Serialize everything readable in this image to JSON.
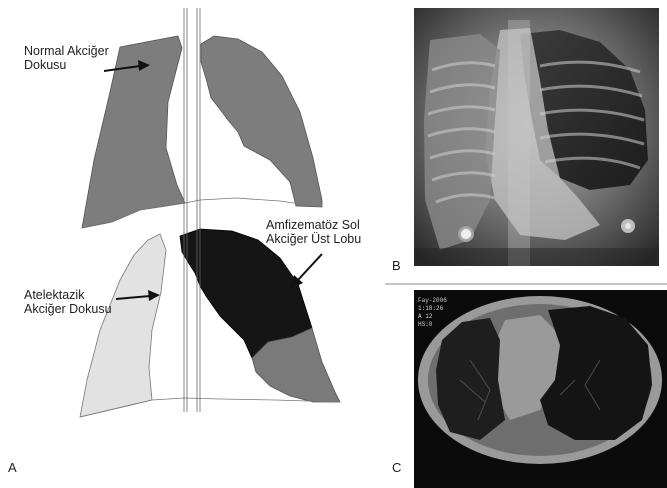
{
  "panels": {
    "a": {
      "letter": "A"
    },
    "b": {
      "letter": "B"
    },
    "c": {
      "letter": "C"
    }
  },
  "labels": {
    "normal_line1": "Normal Akciğer",
    "normal_line2": "Dokusu",
    "emphysema_line1": "Amfizematöz Sol",
    "emphysema_line2": "Akciğer Üst Lobu",
    "atelectasis_line1": "Atelektazik",
    "atelectasis_line2": "Akciğer Dokusu"
  },
  "ct_overlay": [
    "Fay-2006",
    "1:18:26",
    "A 12",
    "HS:0"
  ],
  "colors": {
    "normal_lung": "#7d7d7d",
    "emphysema_lobe": "#151515",
    "atelectatic_lung": "#e2e2e2",
    "lower_lobe": "#7a7a7a"
  }
}
